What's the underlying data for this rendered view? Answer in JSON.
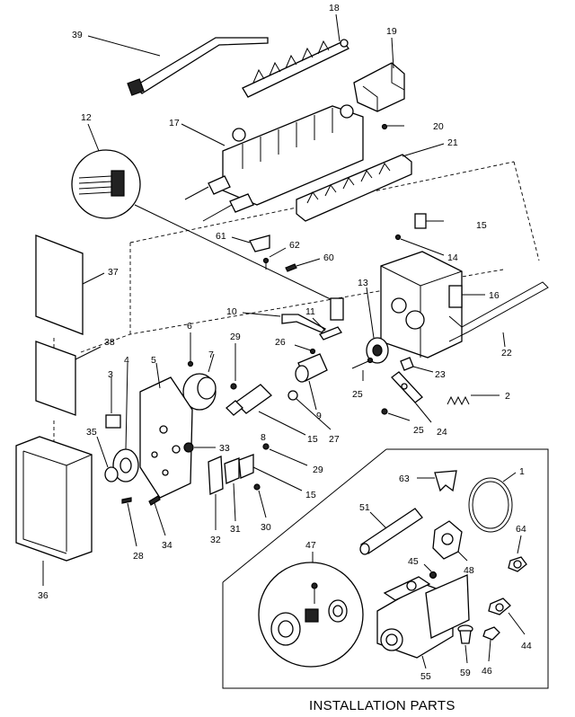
{
  "title": "INSTALLATION PARTS",
  "part_numbers": [
    "18",
    "39",
    "19",
    "12",
    "17",
    "20",
    "21",
    "15",
    "61",
    "62",
    "14",
    "60",
    "37",
    "13",
    "16",
    "10",
    "11",
    "22",
    "38",
    "6",
    "29",
    "26",
    "7",
    "4",
    "5",
    "23",
    "25",
    "2",
    "3",
    "9",
    "35",
    "33",
    "8",
    "27",
    "15",
    "25",
    "24",
    "29",
    "63",
    "1",
    "15",
    "47",
    "51",
    "34",
    "31",
    "30",
    "32",
    "28",
    "64",
    "45",
    "48",
    "36",
    "44",
    "55",
    "59",
    "46"
  ],
  "colors": {
    "ink": "#000000",
    "paper": "#ffffff"
  }
}
